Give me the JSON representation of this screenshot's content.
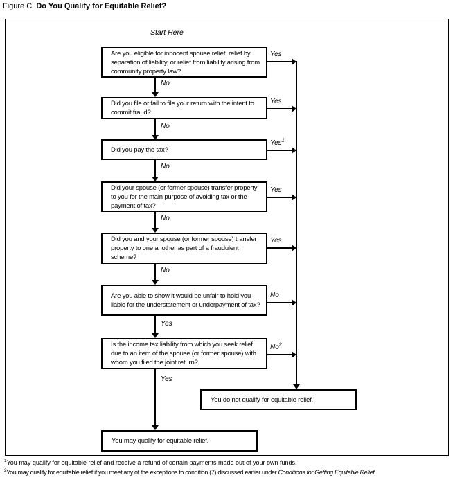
{
  "figure": {
    "label": "Figure C.",
    "title": "Do You Qualify for Equitable Relief?"
  },
  "start_label": "Start Here",
  "questions": [
    {
      "text": "Are you eligible for innocent spouse relief, relief by separation of liability, or relief from liability arising from community property law?",
      "right_label": "Yes",
      "right_sup": "",
      "down_label": "No"
    },
    {
      "text": "Did you file or fail to file your return with the intent to commit fraud?",
      "right_label": "Yes",
      "right_sup": "",
      "down_label": "No"
    },
    {
      "text": "Did you pay the tax?",
      "right_label": "Yes",
      "right_sup": "1",
      "down_label": "No"
    },
    {
      "text": "Did your spouse (or former spouse) transfer property to you for the main purpose of avoiding tax or the payment of tax?",
      "right_label": "Yes",
      "right_sup": "",
      "down_label": "No"
    },
    {
      "text": "Did you and your spouse (or former spouse) transfer property to one another as part of a fraudulent scheme?",
      "right_label": "Yes",
      "right_sup": "",
      "down_label": "No"
    },
    {
      "text": "Are you able to show it would be unfair to hold you liable for the understatement or underpayment of tax?",
      "right_label": "No",
      "right_sup": "",
      "down_label": "Yes"
    },
    {
      "text": "Is the income tax liability from which you seek relief due to an item of the spouse (or former spouse) with whom you filed the joint return?",
      "right_label": "No",
      "right_sup": "2",
      "down_label": "Yes"
    }
  ],
  "outcomes": {
    "not_qualify": "You do not qualify for equitable relief.",
    "may_qualify": "You may qualify for equitable relief."
  },
  "footnotes": [
    {
      "marker": "1",
      "text": "You may qualify for equitable relief and receive a refund of certain payments made out of your own funds.",
      "italic": ""
    },
    {
      "marker": "2",
      "text": "You may qualify for equitable relief if you meet any of the exceptions to condition (7) discussed earlier under ",
      "italic": "Conditions for Getting Equitable Relief."
    }
  ]
}
